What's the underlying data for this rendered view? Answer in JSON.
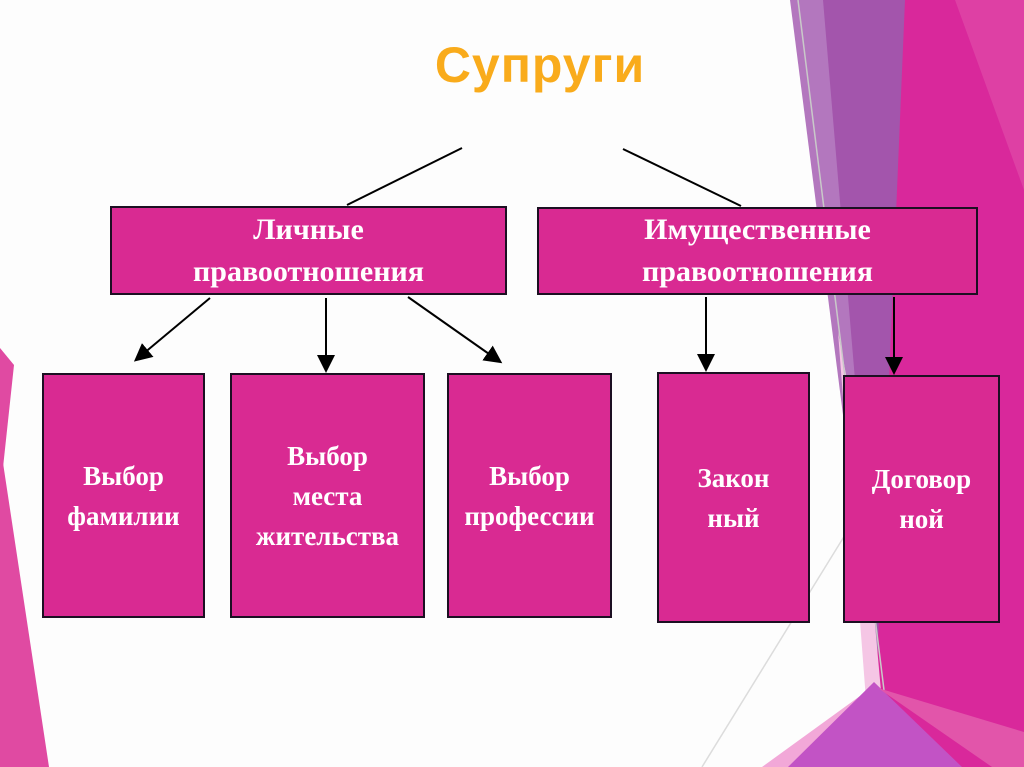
{
  "slide": {
    "title": "Супруги"
  },
  "diagram": {
    "nodes": {
      "personal": {
        "label": "Личные\nправоотношения"
      },
      "property": {
        "label": "Имущественные\nправоотношения"
      },
      "surname": {
        "label": "Выбор\nфамилии"
      },
      "residence": {
        "label": "Выбор\nместа\nжительства"
      },
      "profession": {
        "label": "Выбор\nпрофессии"
      },
      "legal": {
        "label": "Закон\nный"
      },
      "contract": {
        "label": "Договор\nной"
      }
    },
    "edges": [
      {
        "from": "title",
        "to": "personal",
        "arrow": false
      },
      {
        "from": "title",
        "to": "property",
        "arrow": false
      },
      {
        "from": "personal",
        "to": "surname",
        "arrow": true
      },
      {
        "from": "personal",
        "to": "residence",
        "arrow": true
      },
      {
        "from": "personal",
        "to": "profession",
        "arrow": true
      },
      {
        "from": "property",
        "to": "legal",
        "arrow": true
      },
      {
        "from": "property",
        "to": "contract",
        "arrow": true
      }
    ]
  },
  "colors": {
    "title_text": "#F9AB1B",
    "node_fill": "#D92A92",
    "node_border": "#1C0F22",
    "node_text": "#FFFFFF",
    "connector": "#000000",
    "background": "#FDFDFD",
    "decor_purple": "#A355AC",
    "decor_purple_light": "#B377BE",
    "decor_magenta": "#D9289B",
    "decor_magenta_light": "#DE44A6",
    "decor_orchid": "#C253C5",
    "decor_pink_light": "#F2A8D8",
    "decor_pink_pale": "#F8D9EC",
    "decor_left_wedge": "#E04AA2",
    "decor_hairline": "#C9C9C9"
  }
}
